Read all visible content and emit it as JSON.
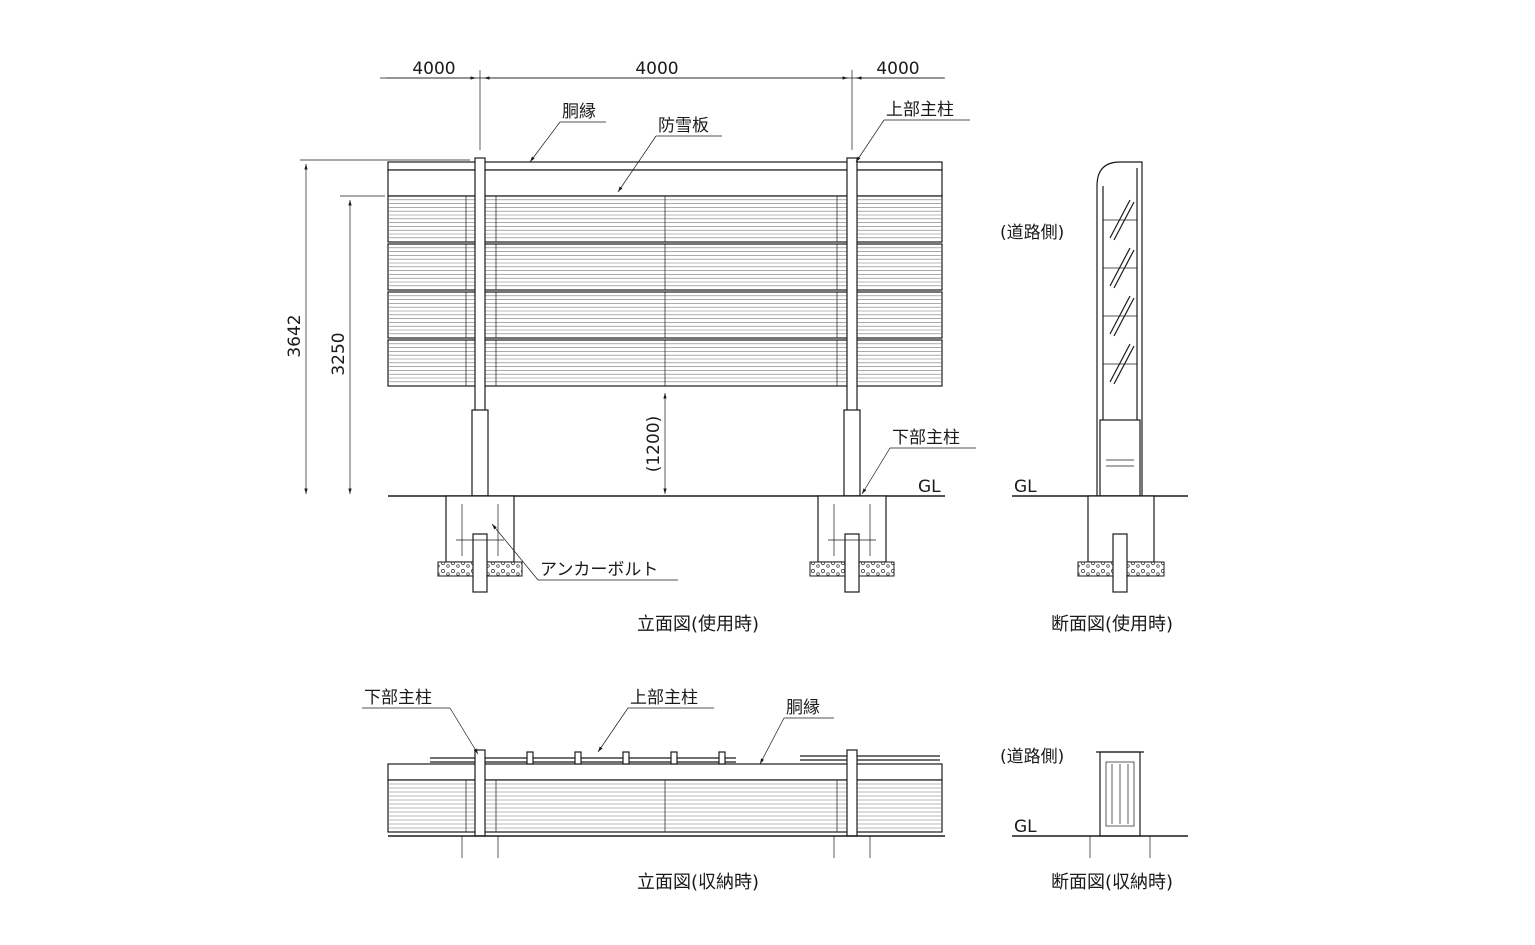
{
  "dimensions": {
    "span_left": "4000",
    "span_center": "4000",
    "span_right": "4000",
    "total_height": "3642",
    "panel_height": "3250",
    "clearance": "(1200)"
  },
  "labels": {
    "dobuchi_top": "胴縁",
    "bousetsuban": "防雪板",
    "upper_post_top": "上部主柱",
    "lower_post_top": "下部主柱",
    "gl_elev": "GL",
    "anchor_bolt": "アンカーボルト",
    "road_side_top": "(道路側)",
    "gl_section_top": "GL",
    "lower_post_bottom": "下部主柱",
    "upper_post_bottom": "上部主柱",
    "dobuchi_bottom": "胴縁",
    "road_side_bottom": "(道路側)",
    "gl_section_bottom": "GL"
  },
  "captions": {
    "elevation_in_use": "立面図(使用時)",
    "section_in_use": "断面図(使用時)",
    "elevation_stored": "立面図(収納時)",
    "section_stored": "断面図(収納時)"
  }
}
